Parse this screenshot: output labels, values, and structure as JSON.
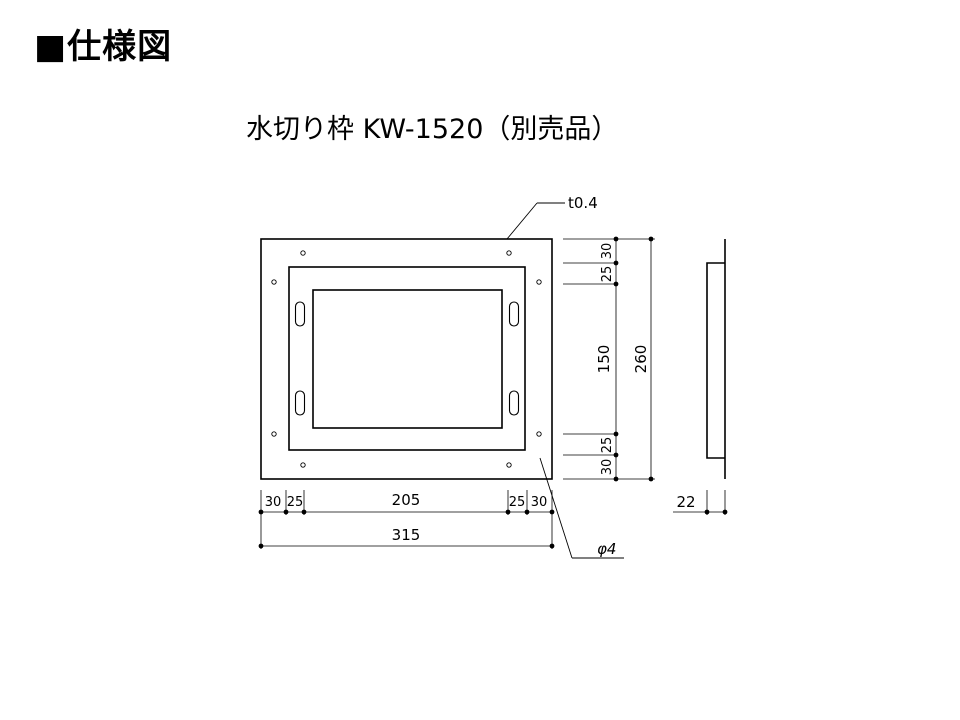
{
  "page": {
    "title": "■仕様図"
  },
  "drawing": {
    "title": "水切り枠 KW-1520（別売品）",
    "thickness_label": "t0.4",
    "hole_label": "φ4",
    "vertical_dims": {
      "top_margin": "30",
      "top_inner": "25",
      "opening": "150",
      "bottom_inner": "25",
      "bottom_margin": "30",
      "overall": "260"
    },
    "horizontal_dims": {
      "left_margin": "30",
      "left_inner": "25",
      "opening": "205",
      "right_inner": "25",
      "right_margin": "30",
      "overall": "315"
    },
    "side_view": {
      "depth": "22"
    }
  }
}
